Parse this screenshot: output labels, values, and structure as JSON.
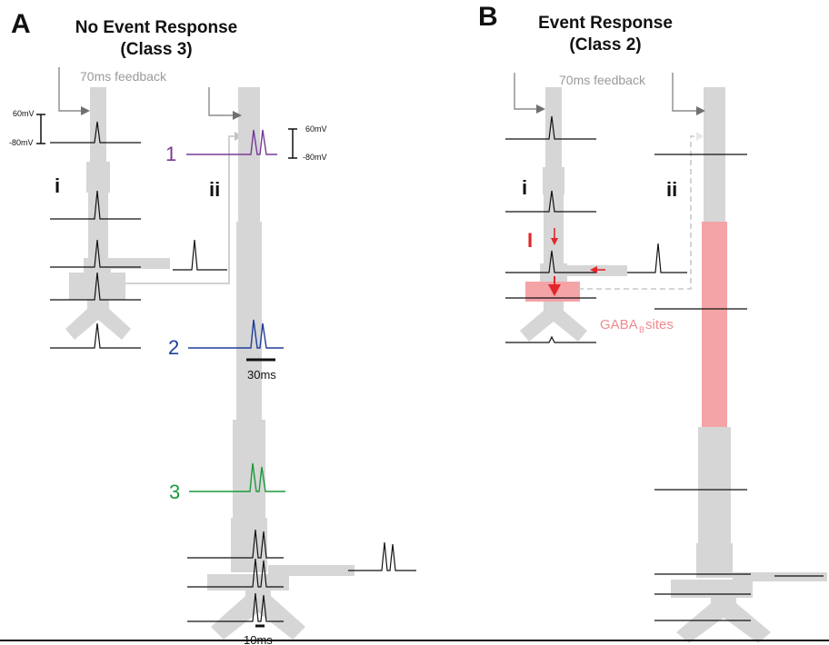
{
  "panels": {
    "a": {
      "letter": "A",
      "title_line1": "No Event Response",
      "title_line2": "(Class 3)",
      "feedback_label": "70ms feedback",
      "cell_i_label": "i",
      "cell_ii_label": "ii",
      "voltage_top_left": "60mV",
      "voltage_bottom_left": "-80mV",
      "voltage_top_right": "60mV",
      "voltage_bottom_right": "-80mV",
      "site_1": "1",
      "site_2": "2",
      "site_3": "3",
      "scale_30": "30ms",
      "scale_10": "10ms"
    },
    "b": {
      "letter": "B",
      "title_line1": "Event Response",
      "title_line2": "(Class 2)",
      "feedback_label": "70ms feedback",
      "cell_i_label": "i",
      "cell_ii_label": "ii",
      "inhibition_label": "I",
      "gaba_label": "GABA",
      "gaba_sub": "B",
      "gaba_suffix": " sites"
    }
  },
  "colors": {
    "site_1": "#7a3a96",
    "site_2": "#1f3d99",
    "site_3": "#1c9a3c",
    "gaba": "#f4a3a6",
    "arrow": "#e3262b",
    "cell": "#d6d6d6"
  }
}
